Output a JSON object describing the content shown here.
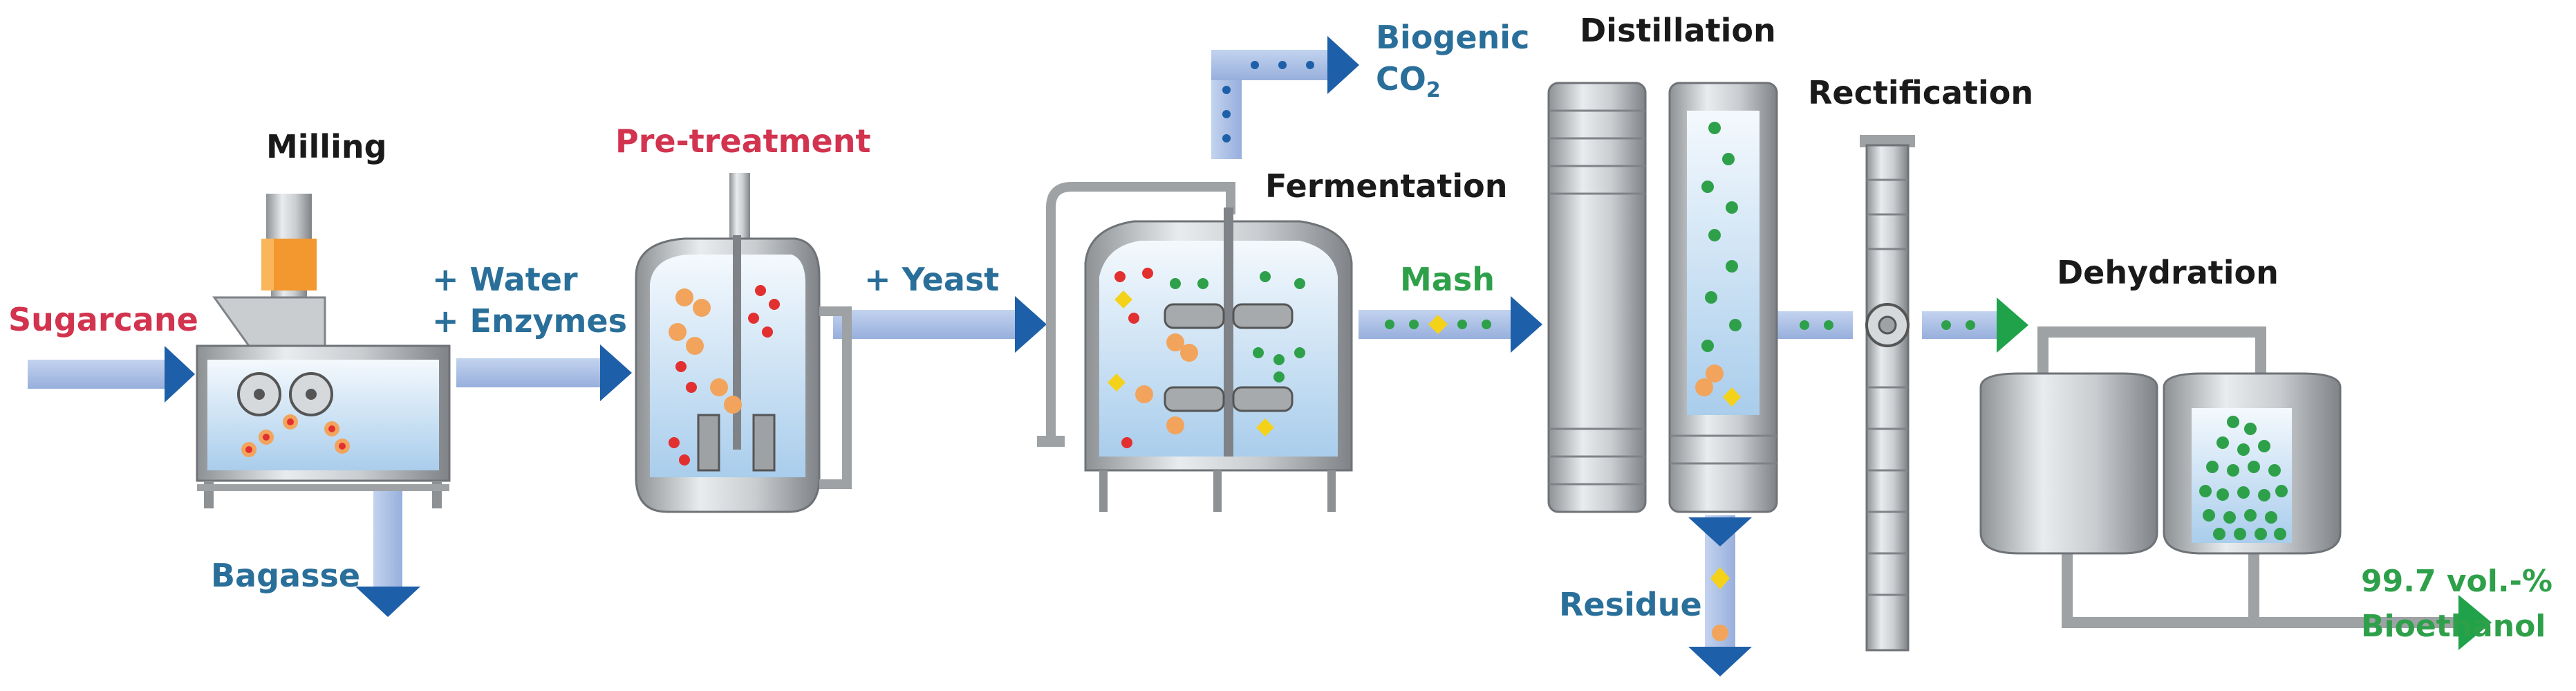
{
  "stages": {
    "milling": "Milling",
    "pretreatment": "Pre-treatment",
    "fermentation": "Fermentation",
    "distillation": "Distillation",
    "rectification": "Rectification",
    "dehydration": "Dehydration"
  },
  "flows": {
    "sugarcane": "Sugarcane",
    "water": "+ Water",
    "enzymes": "+ Enzymes",
    "yeast": "+ Yeast",
    "mash": "Mash",
    "biogenic": "Biogenic",
    "co2": "CO",
    "co2_sub": "2",
    "bagasse": "Bagasse",
    "residue": "Residue",
    "vol": "99.7 vol.-%",
    "bioethanol": "Bioethanol"
  },
  "colors": {
    "red_label": "#d2334e",
    "blue_label": "#2a6f9a",
    "green_label": "#2ea04a",
    "dark_label": "#1a1a1a",
    "pipe": "#a9bde3",
    "arrow": "#1d5fa8",
    "green_arrow": "#1fa24a",
    "steel": "#b8bcbf",
    "liquid": "#cfe4f6"
  }
}
